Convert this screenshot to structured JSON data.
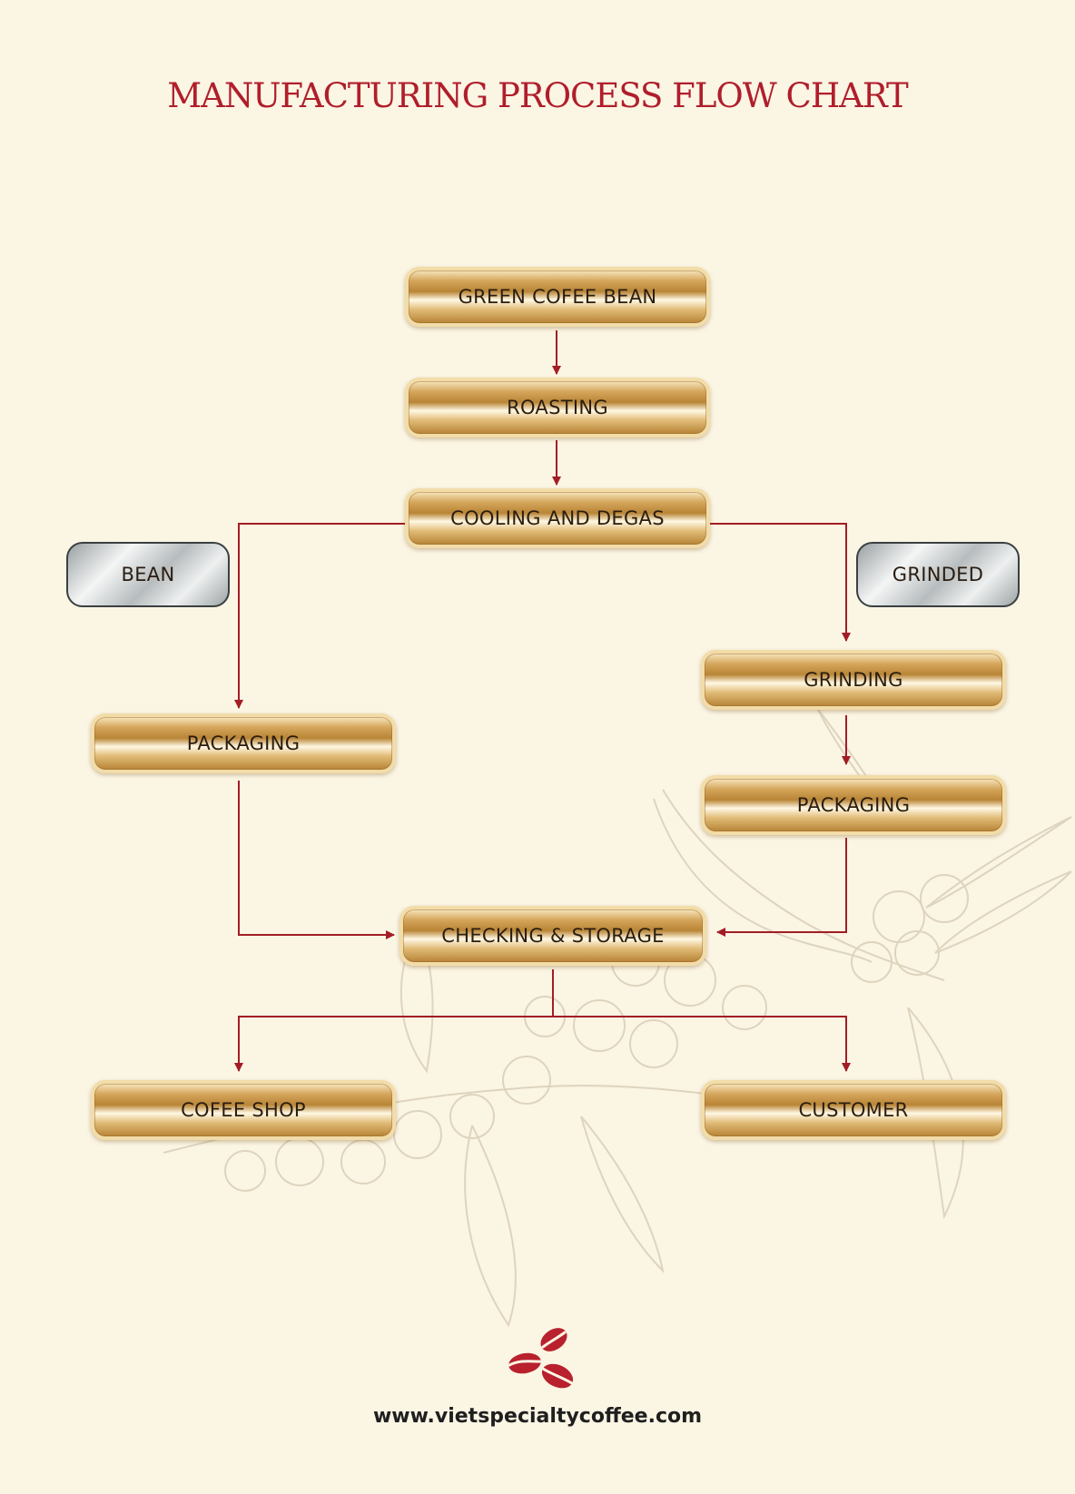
{
  "title": "MANUFACTURING PROCESS FLOW CHART",
  "nodes": {
    "green_bean": "GREEN COFEE BEAN",
    "roasting": "ROASTING",
    "cooling": "COOLING AND DEGAS",
    "bean": "BEAN",
    "grinded": "GRINDED",
    "grinding": "GRINDING",
    "packaging_left": "PACKAGING",
    "packaging_right": "PACKAGING",
    "checking": "CHECKING & STORAGE",
    "coffee_shop": "COFEE SHOP",
    "customer": "CUSTOMER"
  },
  "footer": {
    "url": "www.vietspecialtycoffee.com"
  },
  "colors": {
    "arrow": "#a31d25",
    "title": "#b01e2b",
    "logo": "#b8212d",
    "background": "#fbf5e4"
  },
  "icons": {
    "logo": "coffee-beans-icon"
  }
}
